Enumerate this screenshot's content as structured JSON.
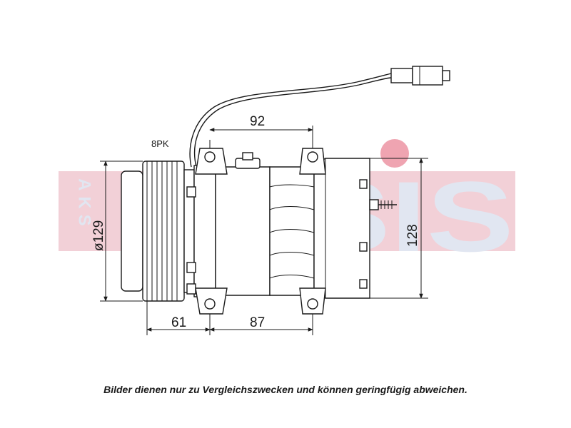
{
  "watermark": {
    "side_text": "AKS",
    "brand_text": "DASIS",
    "colors": {
      "band": "#e8aab8",
      "letters": "#c9d3e6",
      "dot": "#e25a72"
    }
  },
  "labels": {
    "belt": "8PK"
  },
  "dimensions": {
    "top_width": "92",
    "pulley_diameter": "ø129",
    "height": "128",
    "bottom_left": "61",
    "bottom_right": "87"
  },
  "caption": "Bilder dienen nur zu Vergleichszwecken und können geringfügig abweichen."
}
